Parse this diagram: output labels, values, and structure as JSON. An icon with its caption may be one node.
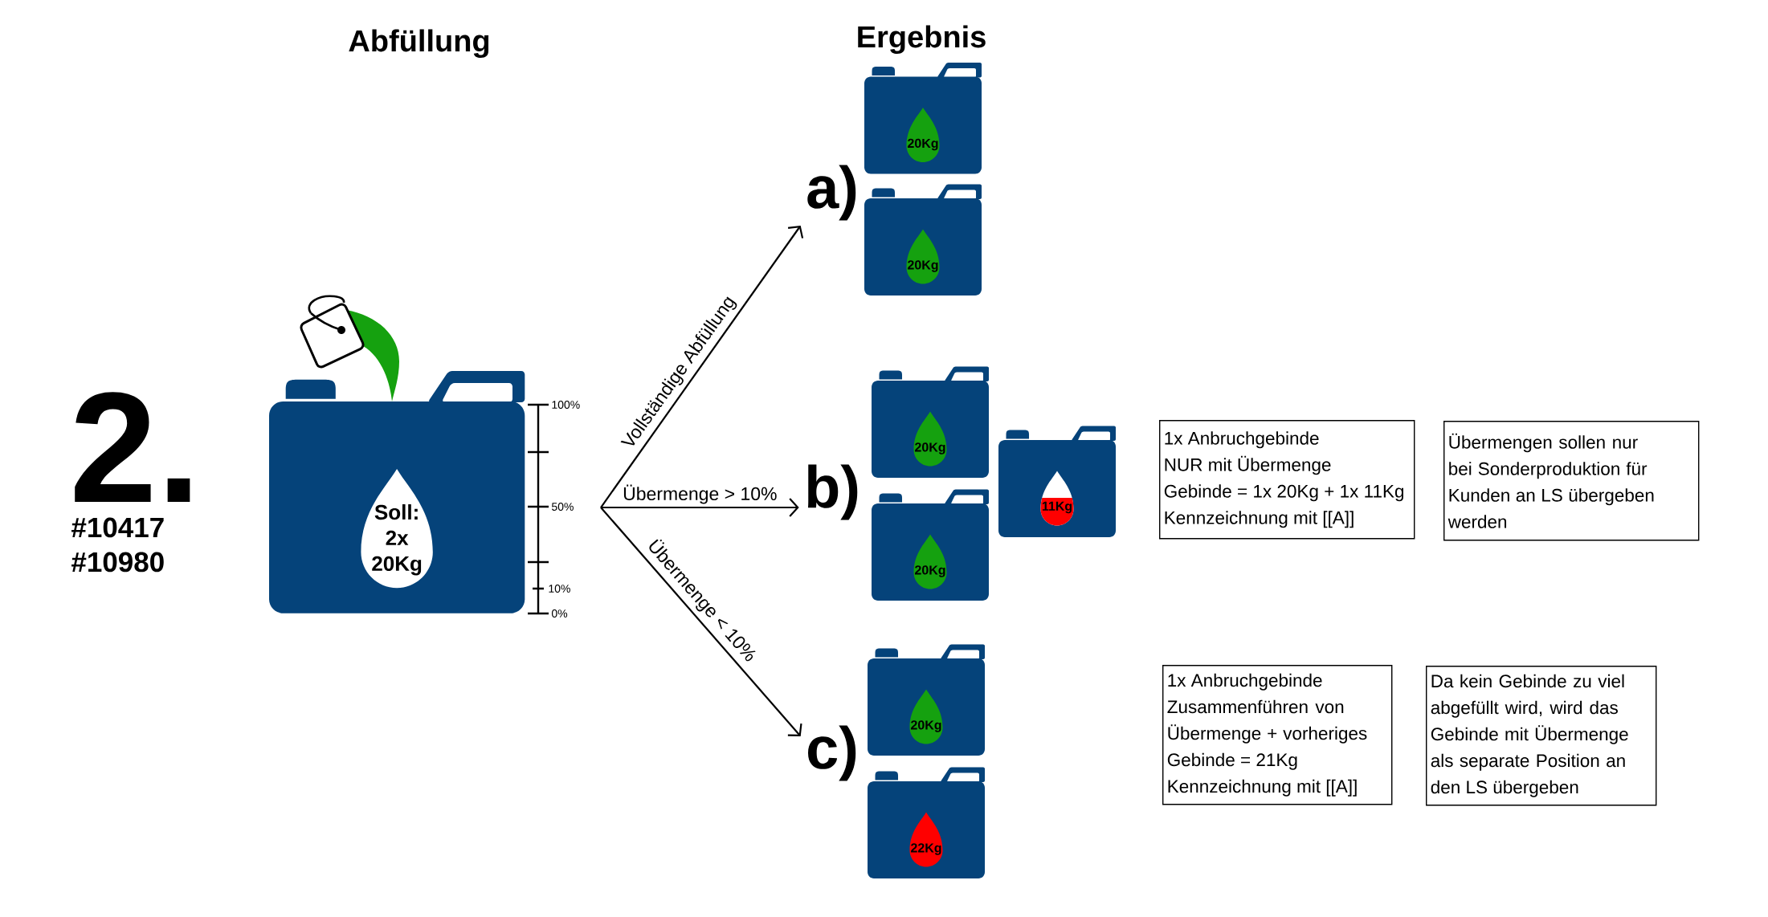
{
  "diagram": {
    "nodes": [
      {
        "text": [
          "Soll: 2x 20Kg"
        ]
      },
      {
        "text": [
          "a)"
        ]
      },
      {
        "text": [
          "20Kg"
        ]
      },
      {
        "text": [
          "20Kg"
        ]
      },
      {
        "text": [
          "b)"
        ]
      },
      {
        "text": [
          "20Kg"
        ]
      },
      {
        "text": [
          "20Kg"
        ]
      },
      {
        "text": [
          "11Kg"
        ]
      },
      {
        "text": [
          "1x Anbruchgebinde",
          "NUR mit Übermenge",
          "Gebinde = 1x 20Kg + 1x 11Kg",
          "Kennzeichnung mit [[A]]"
        ]
      },
      {
        "text": [
          "Übermengen sollen nur bei Sonderproduktion für Kunden an LS übergeben werden"
        ]
      },
      {
        "text": [
          "c)"
        ]
      },
      {
        "text": [
          "20Kg"
        ]
      },
      {
        "text": [
          "22Kg"
        ]
      },
      {
        "text": [
          "1x Anbruchgebinde",
          "Zusammenführen von Übermenge + vorheriges Gebinde = 21Kg",
          "Kennzeichnung mit [[A]]"
        ]
      },
      {
        "text": [
          "Da kein Gebinde zu viel abgefüllt wird, wird das Gebinde mit Übermenge als separate Position an den LS übergeben"
        ]
      }
    ],
    "edges": [
      {
        "from": null,
        "to": 1,
        "arrow": "to",
        "label": "Vollständige Abfüllung"
      },
      {
        "from": null,
        "to": 4,
        "arrow": "to",
        "label": "Übermenge > 10%"
      },
      {
        "from": null,
        "to": 10,
        "arrow": "to",
        "label": "Übermenge < 10%"
      }
    ],
    "labels": [
      "Abfüllung",
      "Ergebnis",
      "2.",
      "#10417",
      "#10980",
      "100%",
      "50%",
      "10%",
      "0%"
    ]
  }
}
